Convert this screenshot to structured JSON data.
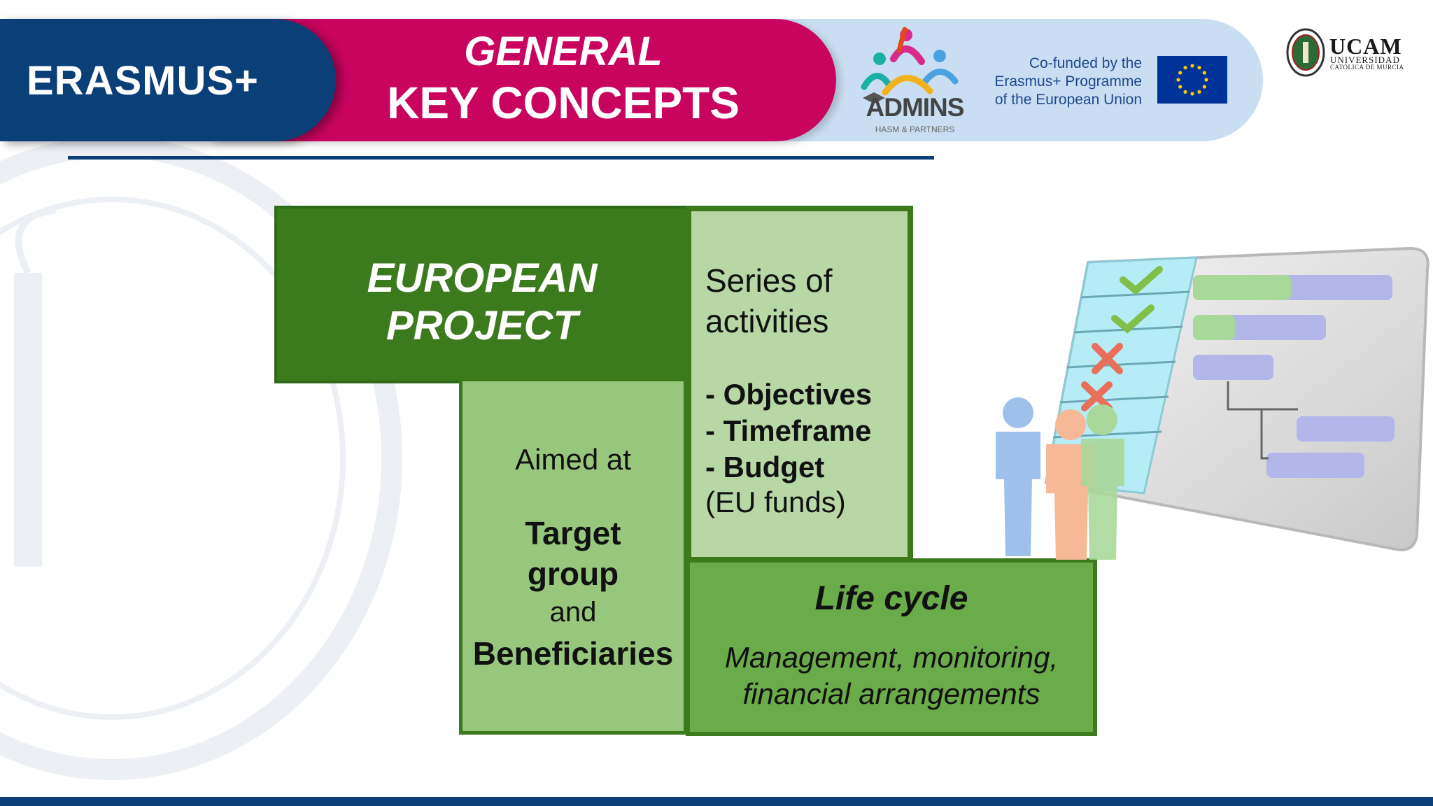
{
  "header": {
    "program_label": "ERASMUS+",
    "title_line1": "GENERAL",
    "title_line2": "KEY CONCEPTS",
    "admins_name": "ADMINS",
    "admins_sub": "HASM & PARTNERS",
    "cofunded_lines": [
      "Co-funded by the",
      "Erasmus+ Programme",
      "of the European Union"
    ],
    "ucam_name": "UCAM",
    "ucam_sub1": "UNIVERSIDAD",
    "ucam_sub2": "CATÓLICA DE MURCIA"
  },
  "diagram": {
    "european_project": [
      "EUROPEAN",
      "PROJECT"
    ],
    "series": {
      "intro_lines": [
        "Series of",
        "activities"
      ],
      "items": [
        "- Objectives",
        "- Timeframe",
        "- Budget"
      ],
      "note": "(EU funds)"
    },
    "aimed": {
      "intro": "Aimed at",
      "target_line1": "Target",
      "target_line2": "group",
      "and": "and",
      "beneficiaries": "Beneficiaries"
    },
    "life_cycle": {
      "title": "Life cycle",
      "desc_lines": [
        "Management, monitoring,",
        "financial arrangements"
      ]
    }
  },
  "colors": {
    "navy": "#0b3f78",
    "magenta": "#c8045f",
    "light_blue": "#c9def2",
    "dark_green": "#3c7a1e",
    "light_green": "#b7d7a4",
    "mid_green": "#97c77d",
    "life_green": "#6aab4a"
  }
}
